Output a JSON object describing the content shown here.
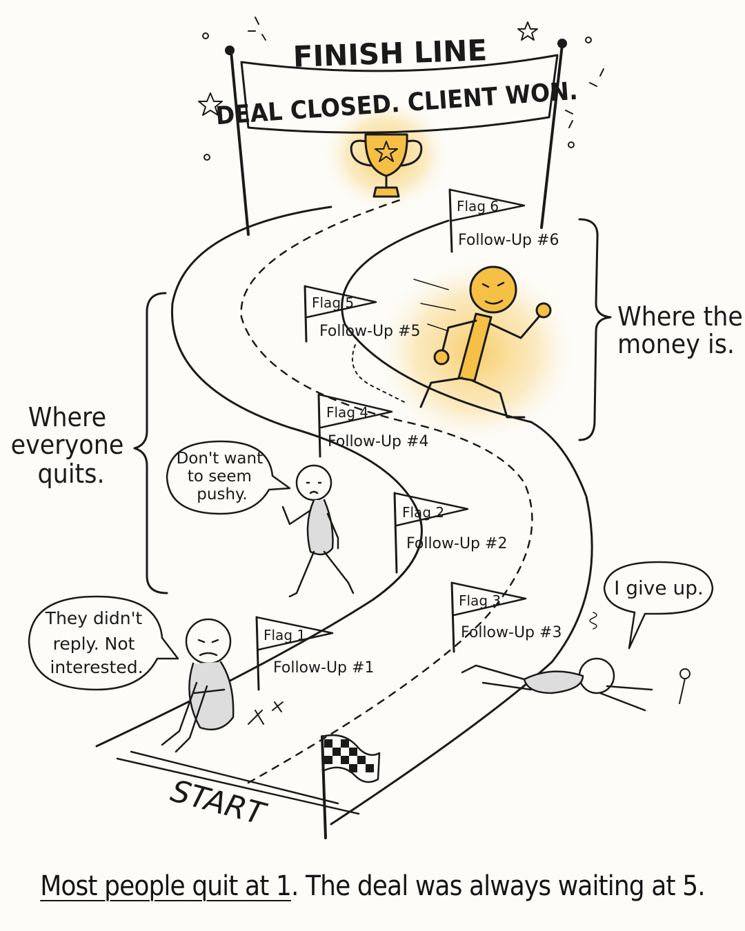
{
  "banner": {
    "top": "FINISH LINE",
    "main": "DEAL CLOSED. CLIENT WON."
  },
  "flags": [
    {
      "name": "Flag 1",
      "label": "Follow-Up #1"
    },
    {
      "name": "Flag 2",
      "label": "Follow-Up #2"
    },
    {
      "name": "Flag 3",
      "label": "Follow-Up #3"
    },
    {
      "name": "Flag 4",
      "label": "Follow-Up #4"
    },
    {
      "name": "Flag 5",
      "label": "Follow-Up #5"
    },
    {
      "name": "Flag 6",
      "label": "Follow-Up #6"
    }
  ],
  "brackets": {
    "money": [
      "Where the",
      "money is."
    ],
    "quits": [
      "Where",
      "everyone",
      "quits."
    ]
  },
  "bubbles": {
    "pushy": [
      "Don't want",
      "to seem",
      "pushy."
    ],
    "reply": [
      "They didn't",
      "reply. Not",
      "interested."
    ],
    "giveup": "I give up."
  },
  "start": "START",
  "caption": {
    "underlined": "Most people quit at 1",
    "rest": ". The deal was always waiting at 5."
  },
  "colors": {
    "glow": "#f7c85a",
    "ink": "#1a1a1a",
    "paper": "#fdfcf9"
  }
}
